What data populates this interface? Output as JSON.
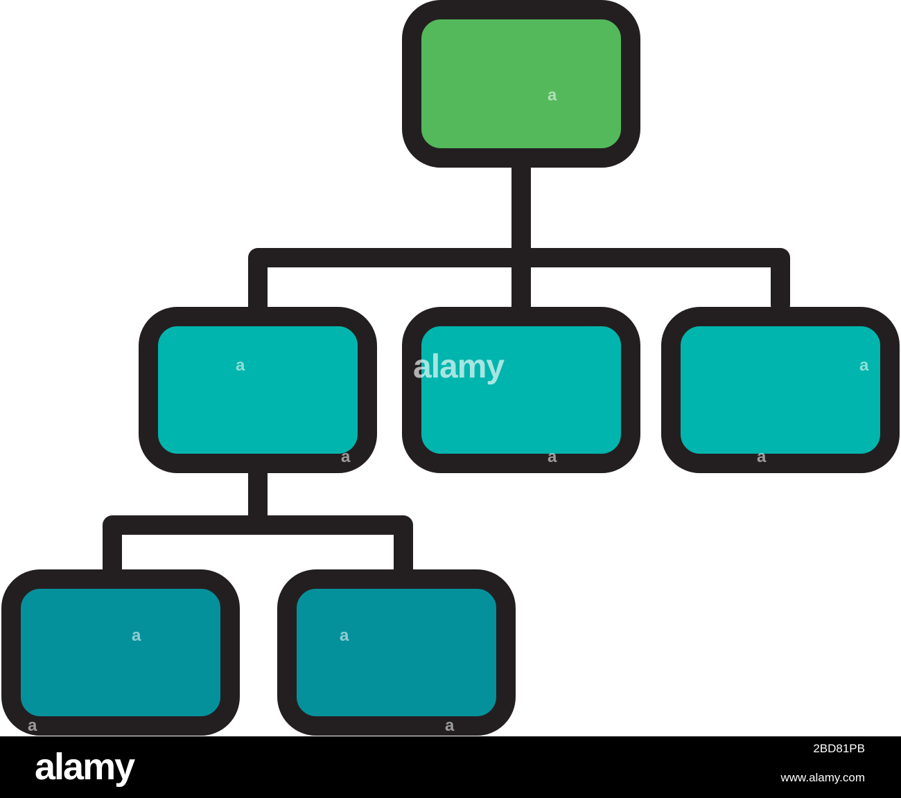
{
  "diagram": {
    "colors": {
      "outline": "#231f20",
      "root_fill": "#53b95b",
      "level2_fill": "#00b5ad",
      "level3_fill": "#05919c",
      "background": "#ffffff"
    },
    "nodes": [
      {
        "id": "root",
        "level": 1,
        "icon": "org-chart-node"
      },
      {
        "id": "child-left",
        "level": 2,
        "icon": "org-chart-node"
      },
      {
        "id": "child-middle",
        "level": 2,
        "icon": "org-chart-node"
      },
      {
        "id": "child-right",
        "level": 2,
        "icon": "org-chart-node"
      },
      {
        "id": "grandchild-left",
        "level": 3,
        "icon": "org-chart-node"
      },
      {
        "id": "grandchild-right",
        "level": 3,
        "icon": "org-chart-node"
      }
    ],
    "edges": [
      {
        "from": "root",
        "to": "child-left"
      },
      {
        "from": "root",
        "to": "child-middle"
      },
      {
        "from": "root",
        "to": "child-right"
      },
      {
        "from": "child-left",
        "to": "grandchild-left"
      },
      {
        "from": "child-left",
        "to": "grandchild-right"
      }
    ]
  },
  "watermark": {
    "center_text": "alamy",
    "small_mark": "a"
  },
  "footer": {
    "logo": "alamy",
    "image_id": "2BD81PB",
    "url": "www.alamy.com"
  }
}
